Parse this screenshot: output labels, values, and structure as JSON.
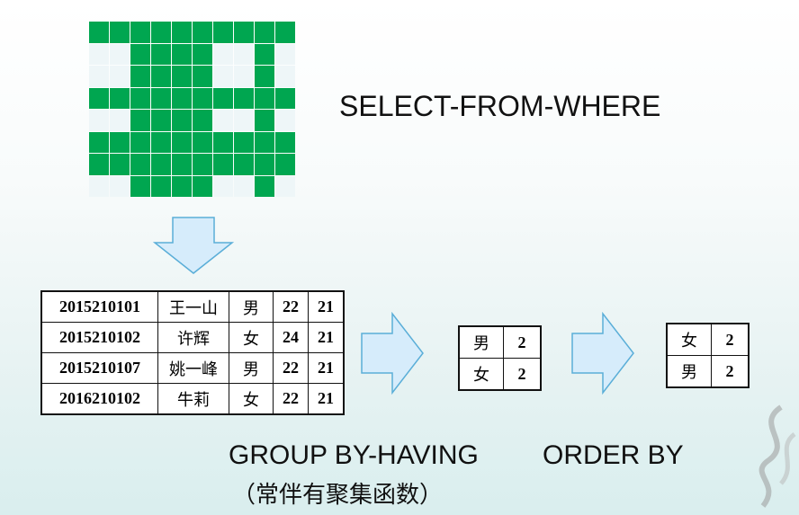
{
  "labels": {
    "select_from_where": "SELECT-FROM-WHERE",
    "group_by_having": "GROUP BY-HAVING",
    "order_by": "ORDER BY",
    "aggregate_note": "（常伴有聚集函数）"
  },
  "grid_pattern": [
    "1111111111",
    "0011110010",
    "0011110010",
    "1111111111",
    "0011110010",
    "1111111111",
    "1111111111",
    "0011110010"
  ],
  "main_table": [
    [
      "2015210101",
      "王一山",
      "男",
      "22",
      "21"
    ],
    [
      "2015210102",
      "许辉",
      "女",
      "24",
      "21"
    ],
    [
      "2015210107",
      "姚一峰",
      "男",
      "22",
      "21"
    ],
    [
      "2016210102",
      "牛莉",
      "女",
      "22",
      "21"
    ]
  ],
  "grouped_table": [
    [
      "男",
      "2"
    ],
    [
      "女",
      "2"
    ]
  ],
  "ordered_table": [
    [
      "女",
      "2"
    ],
    [
      "男",
      "2"
    ]
  ],
  "colors": {
    "grid_on": "#00a650",
    "grid_off": "#eef6f8",
    "arrow_fill": "#d6ecfb",
    "arrow_stroke": "#5aaed8"
  }
}
